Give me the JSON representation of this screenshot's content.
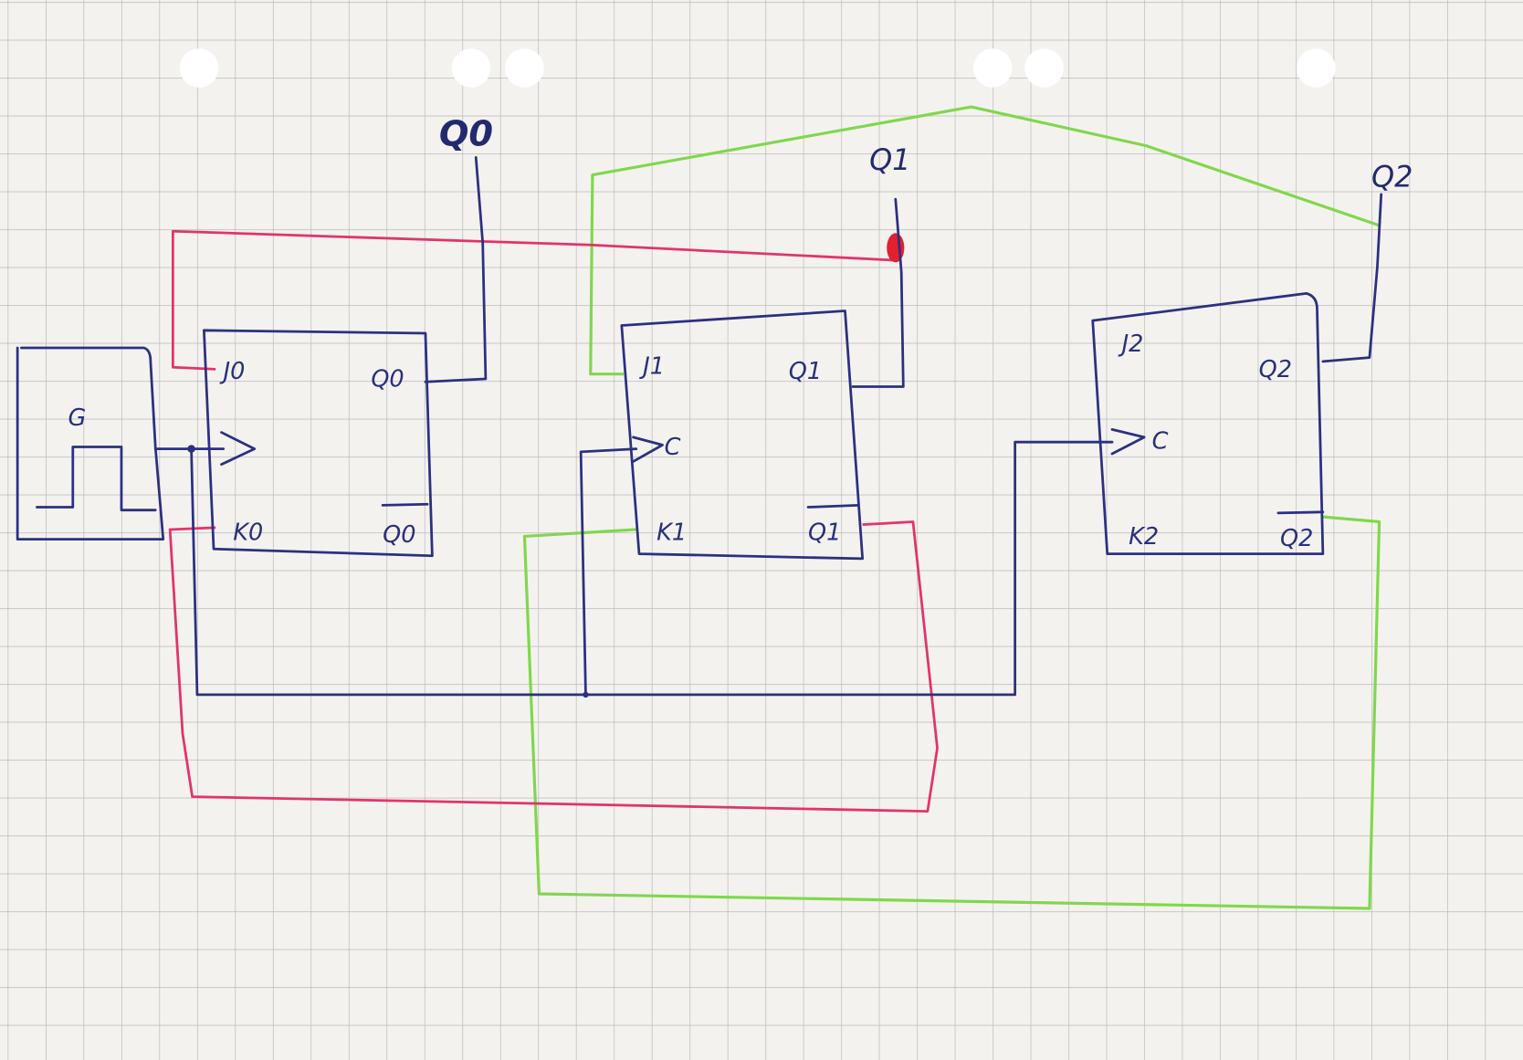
{
  "colors": {
    "paper": "#f4f2ef",
    "grid": "#b9b9b9",
    "ink_blue": "#2b3180",
    "ink_red": "#e2336c",
    "ink_green": "#7fd84c"
  },
  "generator": {
    "label": "G"
  },
  "flipflops": [
    {
      "j": "J0",
      "clk": "",
      "k": "K0",
      "q": "Q0",
      "qbar": "Q0"
    },
    {
      "j": "J1",
      "clk": "C",
      "k": "K1",
      "q": "Q1",
      "qbar": "Q1"
    },
    {
      "j": "J2",
      "clk": "C",
      "k": "K2",
      "q": "Q2",
      "qbar": "Q2"
    }
  ],
  "outputs": [
    "Q0",
    "Q1",
    "Q2"
  ]
}
